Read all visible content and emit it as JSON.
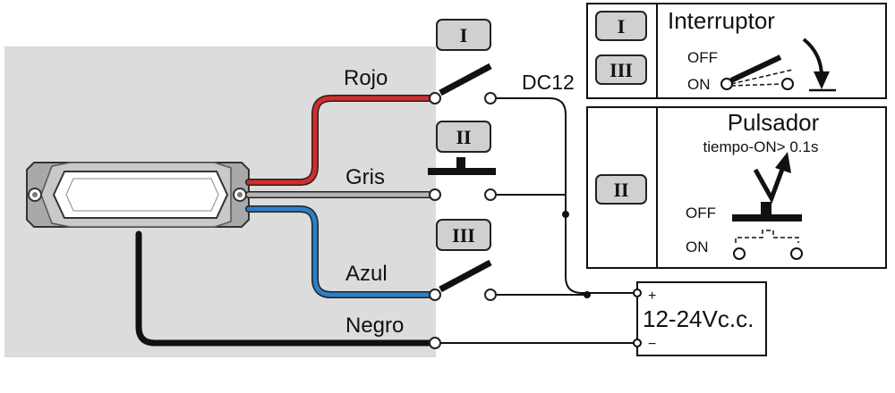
{
  "wires": {
    "rojo": "Rojo",
    "gris": "Gris",
    "azul": "Azul",
    "negro": "Negro"
  },
  "switches": {
    "s1": "I",
    "s2": "II",
    "s3": "III"
  },
  "dc_label": "DC12",
  "power_supply": {
    "voltage": "12-24Vc.c.",
    "plus": "+",
    "minus": "−"
  },
  "legend_interruptor": {
    "title": "Interruptor",
    "badge_top": "I",
    "badge_bottom": "III",
    "off": "OFF",
    "on": "ON"
  },
  "legend_pulsador": {
    "title": "Pulsador",
    "subtitle": "tiempo-ON> 0.1s",
    "badge": "II",
    "off": "OFF",
    "on": "ON"
  },
  "colors": {
    "rojo": "#d42b2b",
    "gris": "#b5b5b5",
    "azul": "#2b7fc9",
    "negro": "#111111",
    "background_panel": "#dcdcdc"
  }
}
